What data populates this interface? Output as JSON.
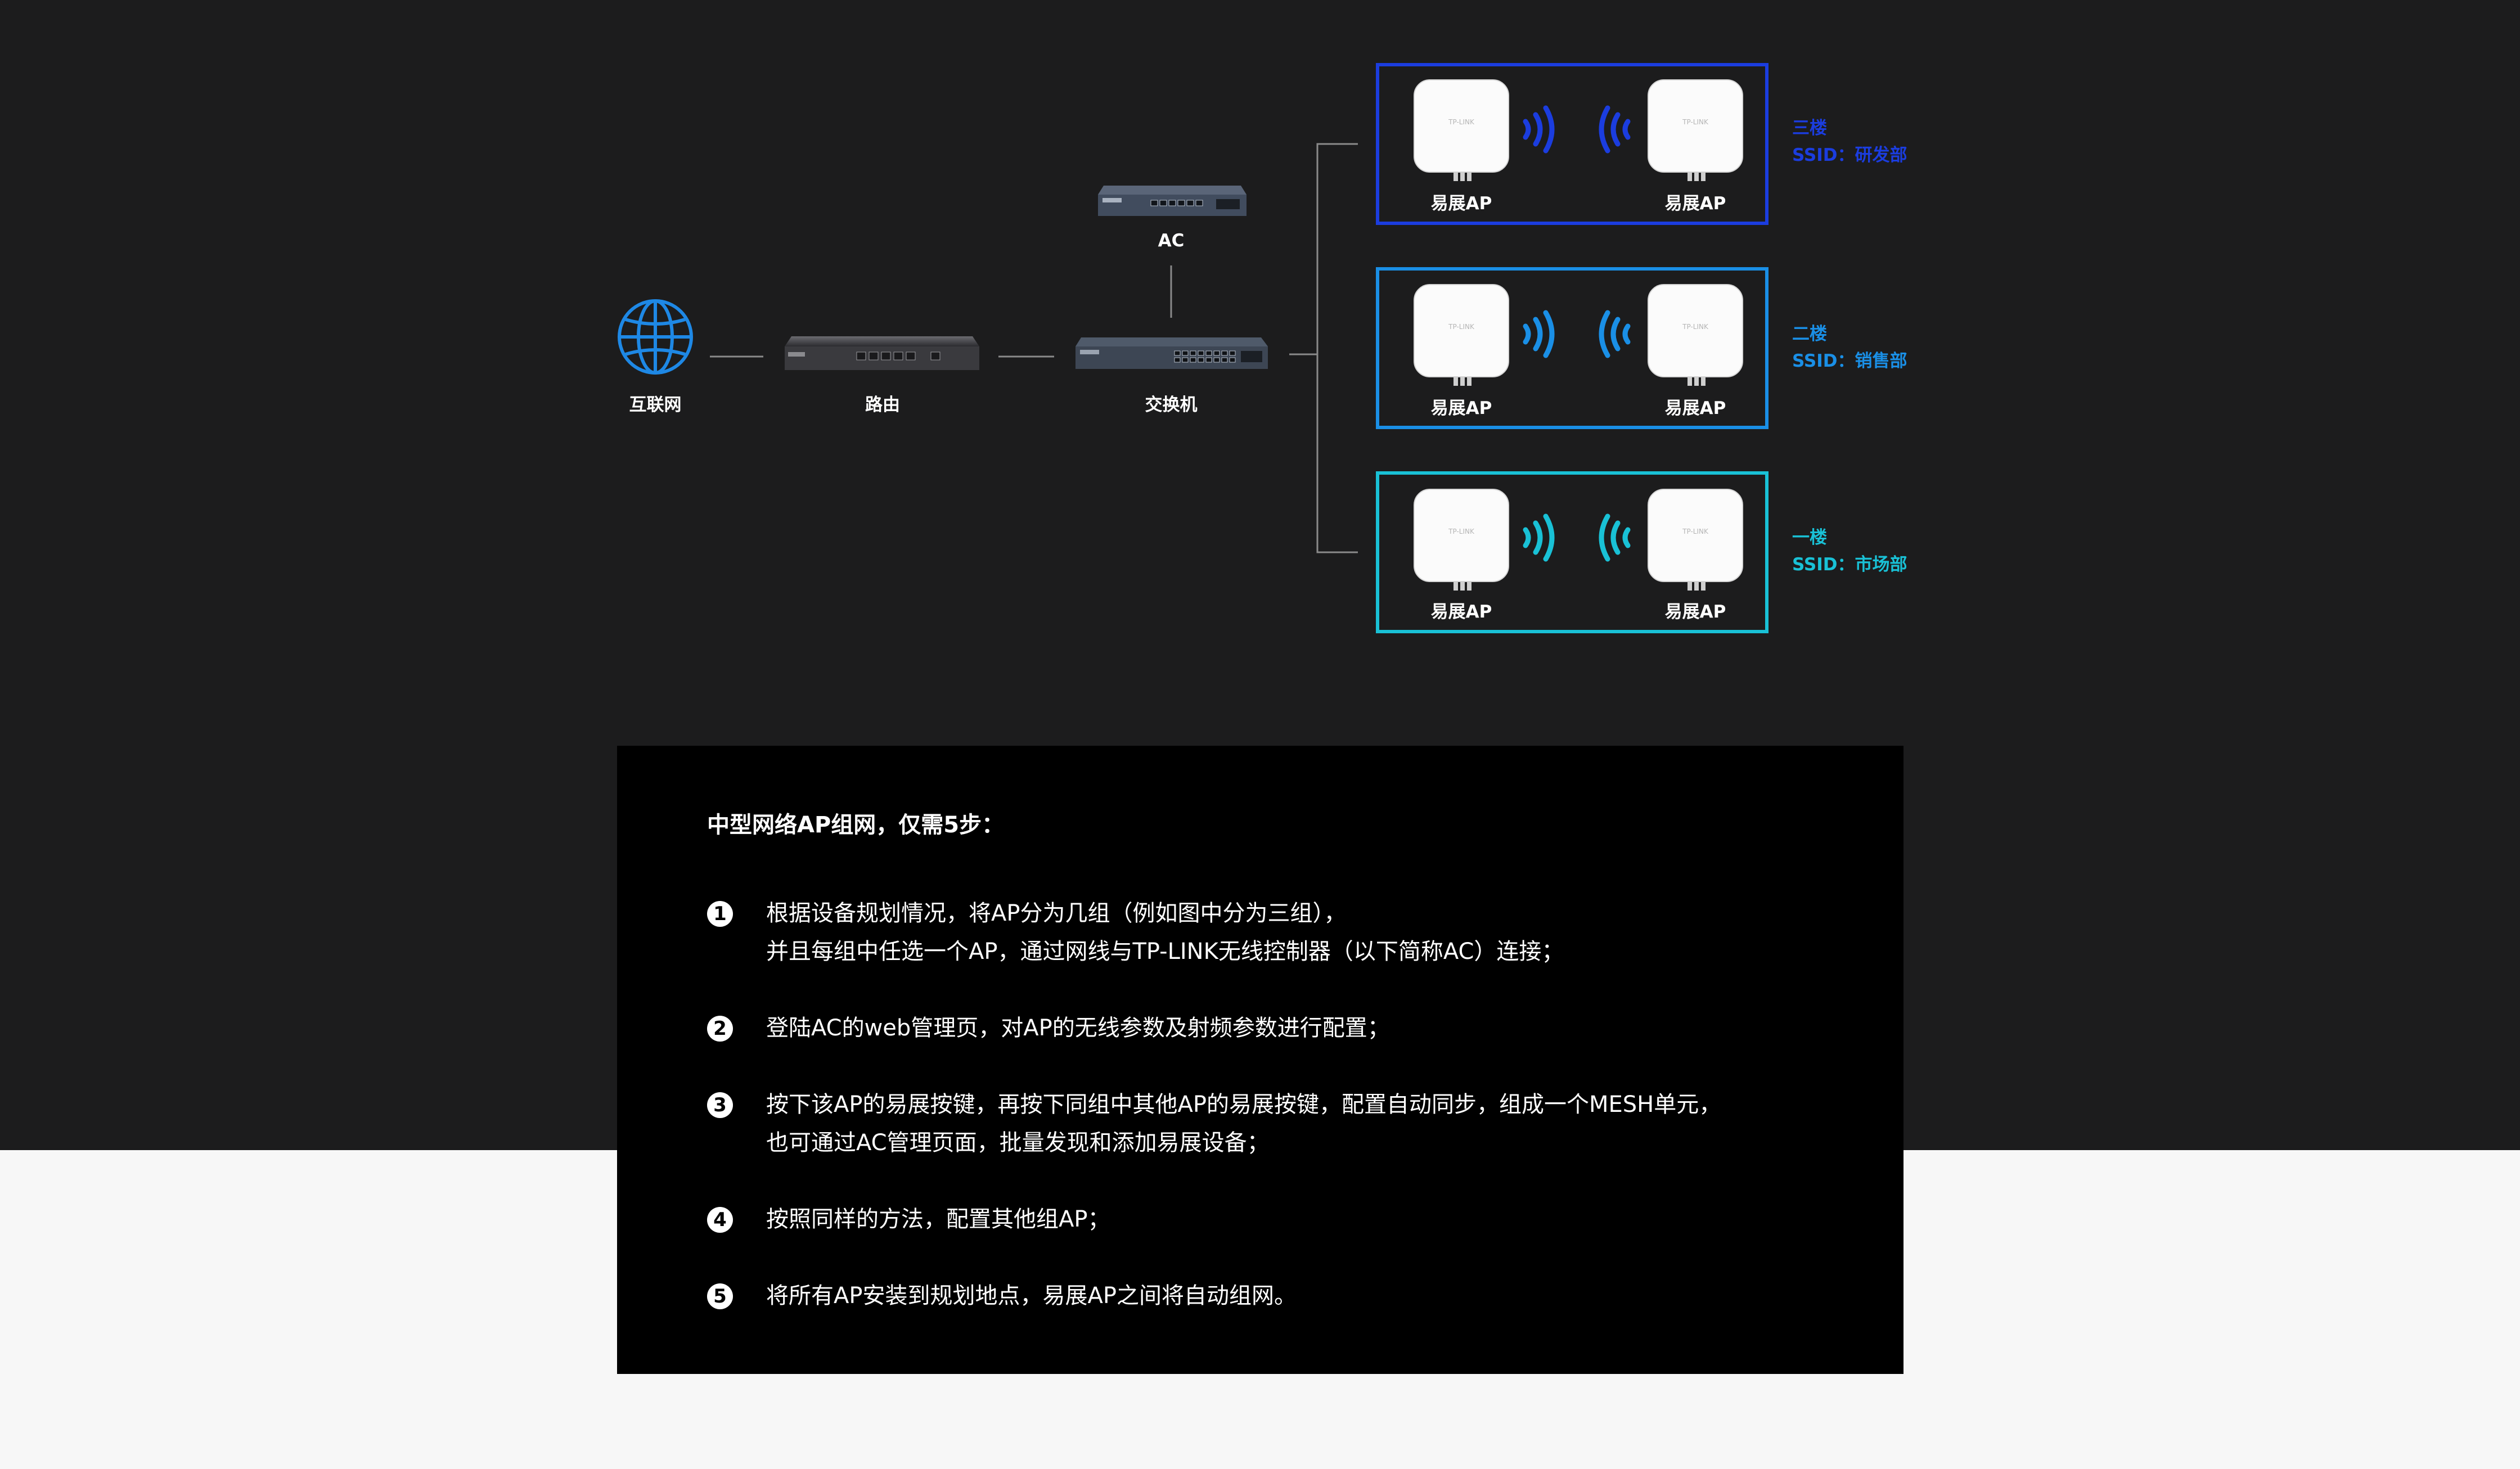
{
  "diagram": {
    "nodes": {
      "internet": "互联网",
      "router": "路由",
      "switch": "交换机",
      "ac": "AC"
    },
    "ap_label": "易展AP",
    "groups": [
      {
        "floor": "三楼",
        "ssid": "SSID：研发部",
        "color": "#1b3ddf"
      },
      {
        "floor": "二楼",
        "ssid": "SSID：销售部",
        "color": "#1a8fe6"
      },
      {
        "floor": "一楼",
        "ssid": "SSID：市场部",
        "color": "#19c1d6"
      }
    ],
    "brand_mark": "TP-LINK"
  },
  "panel": {
    "title": "中型网络AP组网，仅需5步：",
    "steps": [
      {
        "num": "1",
        "lines": [
          "根据设备规划情况，将AP分为几组（例如图中分为三组），",
          "并且每组中任选一个AP，通过网线与TP-LINK无线控制器（以下简称AC）连接；"
        ]
      },
      {
        "num": "2",
        "lines": [
          "登陆AC的web管理页，对AP的无线参数及射频参数进行配置；"
        ]
      },
      {
        "num": "3",
        "lines": [
          "按下该AP的易展按键，再按下同组中其他AP的易展按键，配置自动同步，组成一个MESH单元，",
          "也可通过AC管理页面，批量发现和添加易展设备；"
        ]
      },
      {
        "num": "4",
        "lines": [
          "按照同样的方法，配置其他组AP；"
        ]
      },
      {
        "num": "5",
        "lines": [
          "将所有AP安装到规划地点，易展AP之间将自动组网。"
        ]
      }
    ]
  }
}
